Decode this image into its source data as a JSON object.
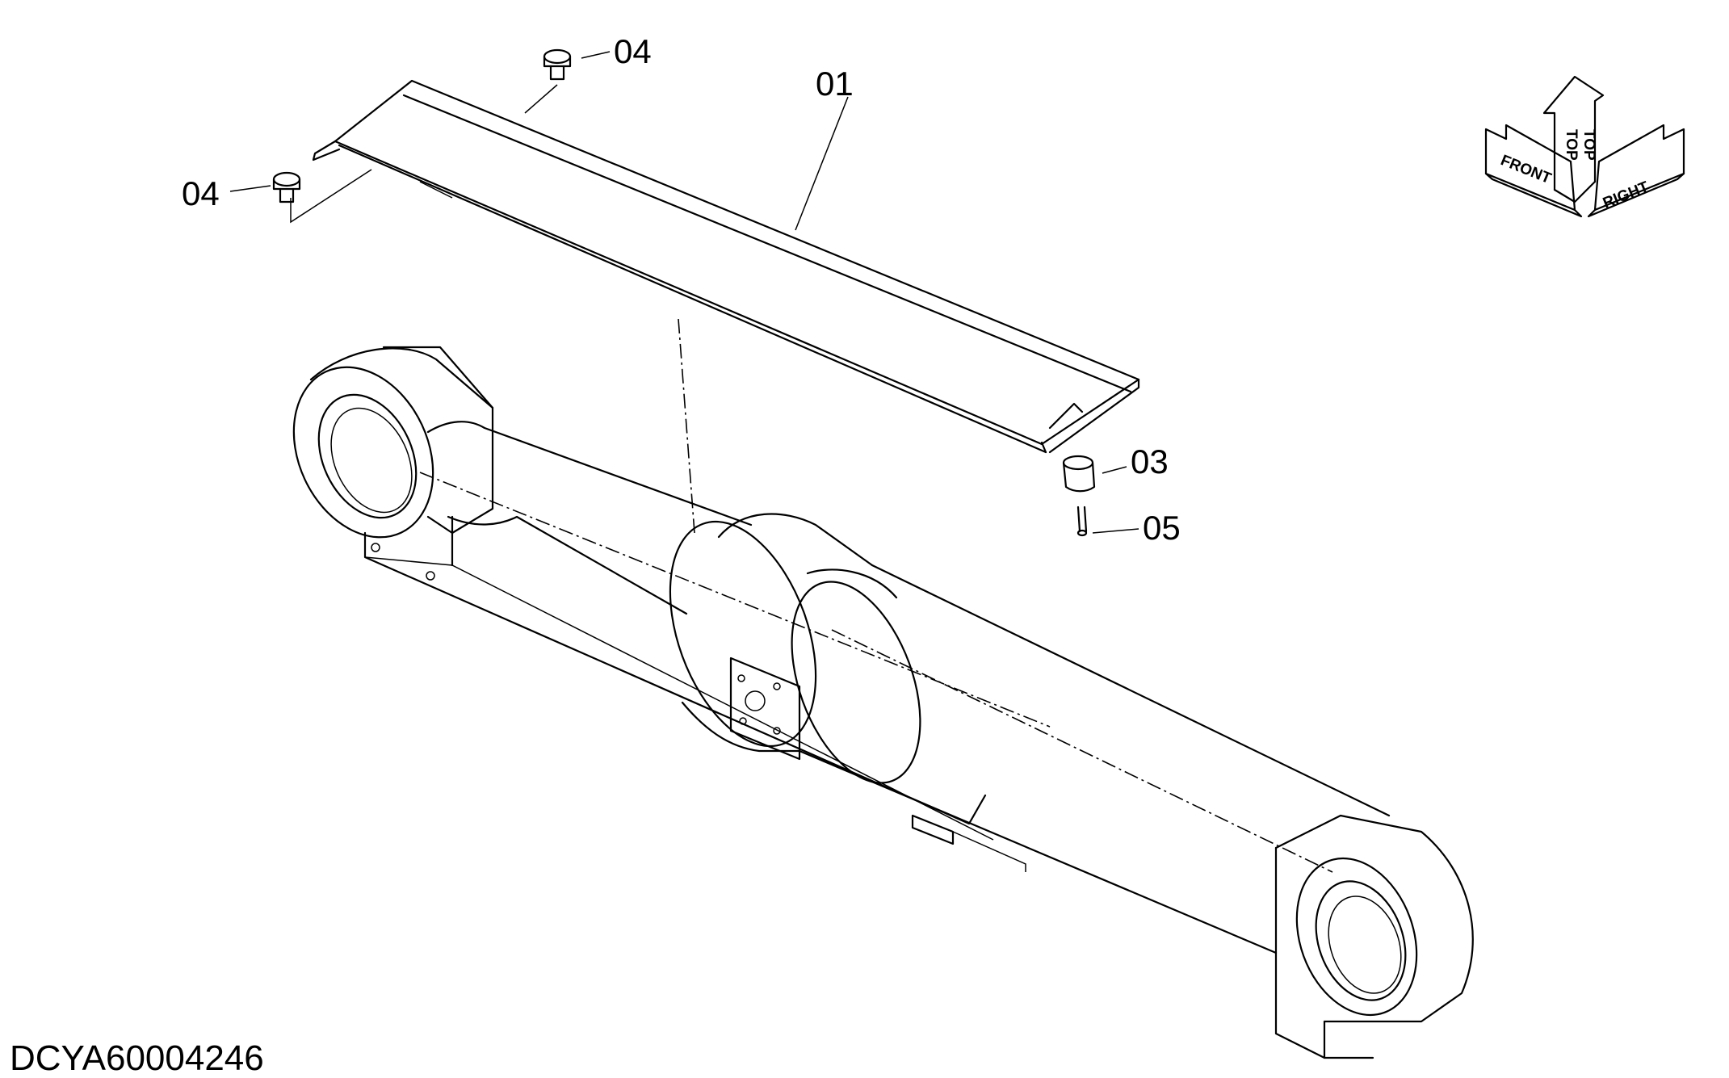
{
  "document_id": "DCYA60004246",
  "part_labels": [
    "04",
    "04",
    "01",
    "03",
    "05"
  ],
  "orientation_labels": {
    "front": "FRONT",
    "top": "TOP",
    "right": "RIGHT"
  }
}
